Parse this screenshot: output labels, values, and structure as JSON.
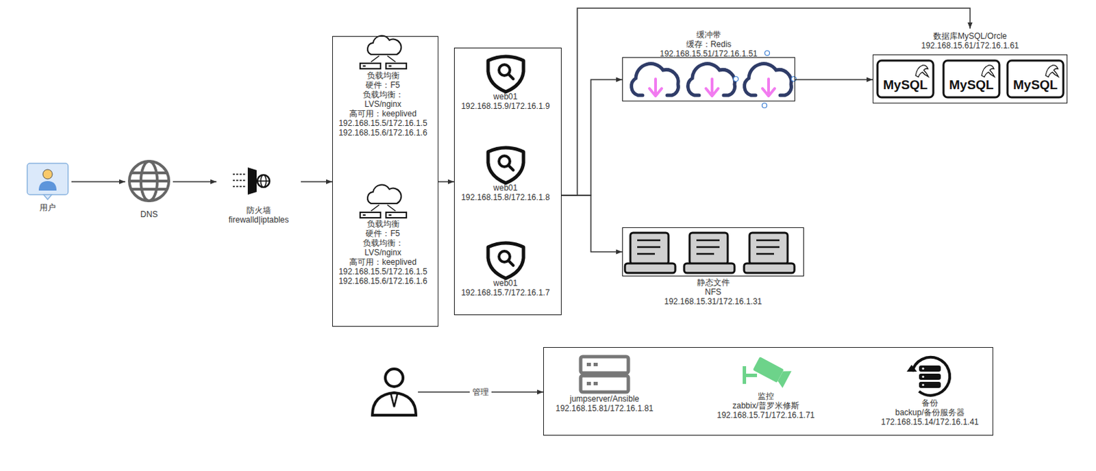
{
  "diagram": {
    "nodes": [
      {
        "text": [
          "用户"
        ]
      },
      {
        "text": [
          "DNS"
        ]
      },
      {
        "text": [
          "防火墙 firewalld|iptables"
        ]
      },
      {
        "text": []
      },
      {
        "text": [
          "负载均衡 硬件：F5 负载均衡： LVS/nginx 高可用：keeplived 192.168.15.5/172.16.1.5 192.168.15.6/172.16.1.6"
        ],
        "in": 3
      },
      {
        "text": [
          "负载均衡 硬件：F5 负载均衡： LVS/nginx 高可用：keeplived 192.168.15.5/172.16.1.5 192.168.15.6/172.16.1.6"
        ],
        "in": 3
      },
      {
        "text": []
      },
      {
        "text": [
          "web01 192.168.15.9/172.16.1.9"
        ],
        "in": 6
      },
      {
        "text": [
          "web01 192.168.15.8/172.16.1.8"
        ],
        "in": 6
      },
      {
        "text": [
          "web01 192.168.15.7/172.16.1.7"
        ],
        "in": 6
      },
      {
        "text": [
          "缓冲带 缓存：Redis 192.168.15.51/172.16.1.51"
        ]
      },
      {
        "text": [
          "数据库MySQL/Orcle 192.168.15.61/172.16.1.61"
        ]
      },
      {
        "text": [
          "静态文件 NFS 192.168.15.31/172.16.1.31"
        ]
      },
      {
        "text": []
      },
      {
        "text": []
      },
      {
        "text": [
          "jumpserver/Ansible 192.168.15.81/172.16.1.81"
        ],
        "in": 14
      },
      {
        "text": [
          "监控 zabbix/普罗米修斯 192.168.15.71/172.16.1.71"
        ],
        "in": 14
      },
      {
        "text": [
          "备份 backup/备份服务器 172.168.15.14/172.16.1.41"
        ],
        "in": 14
      }
    ],
    "edges": [
      {
        "from": 0,
        "to": 1,
        "arrow": "to"
      },
      {
        "from": 1,
        "to": 2,
        "arrow": "to"
      },
      {
        "from": 2,
        "to": 3,
        "arrow": "to"
      },
      {
        "from": 3,
        "to": 6,
        "arrow": "to"
      },
      {
        "from": 6,
        "to": 10,
        "arrow": "to"
      },
      {
        "from": 6,
        "to": 11,
        "arrow": "to"
      },
      {
        "from": 6,
        "to": 12,
        "arrow": "to"
      },
      {
        "from": 10,
        "to": 11,
        "arrow": "to"
      },
      {
        "from": 13,
        "to": 14,
        "label": "管理",
        "arrow": "to"
      }
    ],
    "labels": [
      "MySQL",
      "MySQL",
      "MySQL"
    ]
  }
}
